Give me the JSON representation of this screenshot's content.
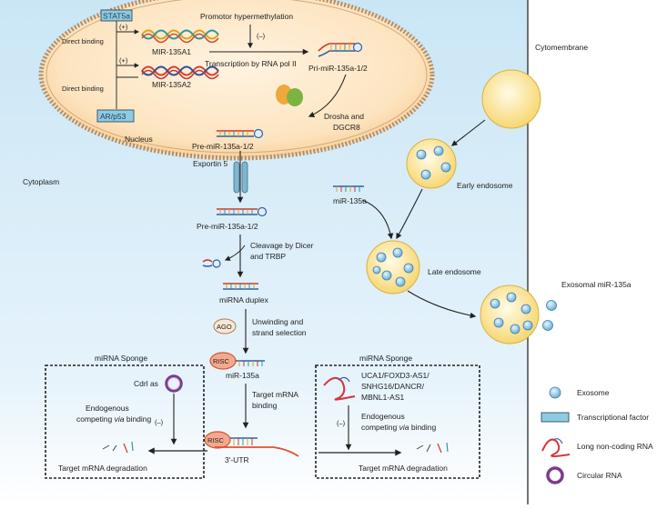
{
  "regions": {
    "cytomembrane": "Cytomembrane",
    "cytoplasm": "Cytoplasm",
    "nucleus": "Nucleus"
  },
  "nucleus": {
    "tf_top": "STAT5a",
    "tf_bottom": "AR/p53",
    "direct_binding_1": "Direct binding",
    "direct_binding_2": "Direct binding",
    "plus_1": "(+)",
    "plus_2": "(+)",
    "gene_1": "MIR-135A1",
    "gene_2": "MIR-135A2",
    "hypermethylation": "Promotor hypermethylation",
    "minus": "(–)",
    "transcription": "Transcription by RNA pol II",
    "pri_mirna": "Pri-miR-135a-1/2",
    "drosha": "Drosha and",
    "dgcr8": "DGCR8",
    "pre_mirna_nuc": "Pre-miR-135a-1/2"
  },
  "pathway": {
    "exportin": "Exportin 5",
    "pre_mirna_cyto": "Pre-miR-135a-1/2",
    "dicer_1": "Cleavage by Dicer",
    "dicer_2": "and TRBP",
    "duplex": "miRNA duplex",
    "ago": "AGO",
    "unwinding_1": "Unwinding and",
    "unwinding_2": "strand selection",
    "risc_1": "RISC",
    "mir_135a": "miR-135a",
    "target_1": "Target mRNA",
    "target_2": "binding",
    "risc_2": "RISC",
    "utr": "3'-UTR"
  },
  "sponge_left": {
    "title": "miRNA Sponge",
    "cdrl": "Cdrl as",
    "minus": "(–)",
    "endogenous": "Endogenous",
    "competing": "competing ",
    "via": "via",
    "binding": " binding",
    "degradation": "Target mRNA degradation"
  },
  "sponge_right": {
    "title": "miRNA Sponge",
    "lnc_1": "UCA1/FOXD3-AS1/",
    "lnc_2": "SNHG16/DANCR/",
    "lnc_3": "MBNL1-AS1",
    "minus": "(–)",
    "endogenous": "Endogenous",
    "competing": "competing ",
    "via": "via",
    "binding": " binding",
    "degradation": "Target mRNA degradation"
  },
  "exosome_path": {
    "mir": "miR-135a",
    "early": "Early endosome",
    "late": "Late endosome",
    "exosomal": "Exosomal miR-135a"
  },
  "legend": {
    "exosome": "Exosome",
    "tf": "Transcriptional factor",
    "lncrna": "Long non-coding RNA",
    "circrna": "Circular RNA"
  },
  "colors": {
    "cytoplasm_top": "#cde8f6",
    "nucleus_fill": "#fde2bd",
    "nucleus_border": "#cfa97c",
    "exosome": "#8dc7e8",
    "tf_box": "#8ecbe0",
    "risc": "#f4a98e",
    "circ_rna": "#7a3b8e",
    "lnc_rna": "#d6353a"
  }
}
